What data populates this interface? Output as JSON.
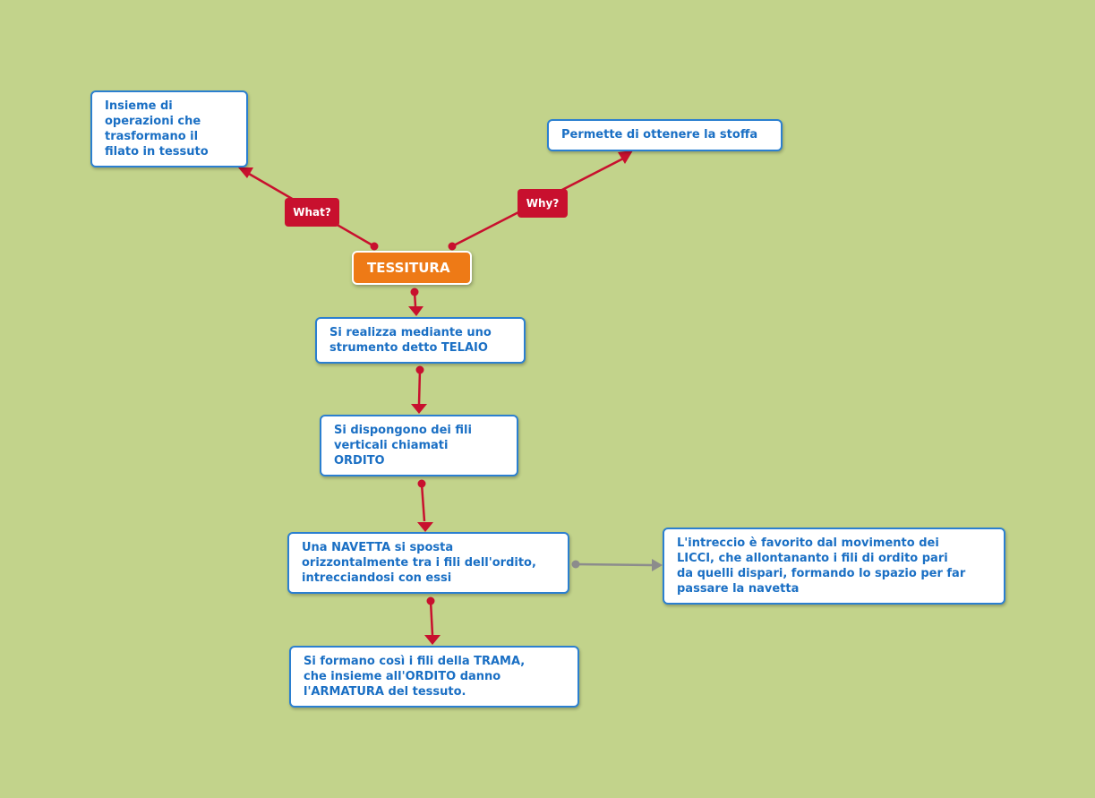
{
  "colors": {
    "background": "#c2d38b",
    "node_border": "#2b7fd0",
    "node_text": "#1a6fc4",
    "central_fill": "#ee7a16",
    "connector": "#c8102e",
    "connector_secondary": "#8c8c8c"
  },
  "central": {
    "text": "TESSITURA"
  },
  "labels": {
    "what": "What?",
    "why": "Why?"
  },
  "nodes": {
    "definition": "Insieme di\noperazioni che\ntrasformano il\nfilato in tessuto",
    "purpose": "Permette di ottenere la stoffa",
    "telaio": "Si realizza mediante uno\nstrumento detto TELAIO",
    "ordito": "Si dispongono dei fili\nverticali chiamati\nORDITO",
    "navetta": "Una NAVETTA si sposta\norizzontalmente tra i fili dell'ordito,\nintrecciandosi con essi",
    "licci": "L'intreccio è favorito dal movimento dei\nLICCI, che allontananto i fili di ordito pari\nda quelli dispari, formando lo spazio per far\npassare la navetta",
    "trama": "Si formano così i fili della TRAMA,\nche insieme all'ORDITO danno\nl'ARMATURA del tessuto."
  }
}
